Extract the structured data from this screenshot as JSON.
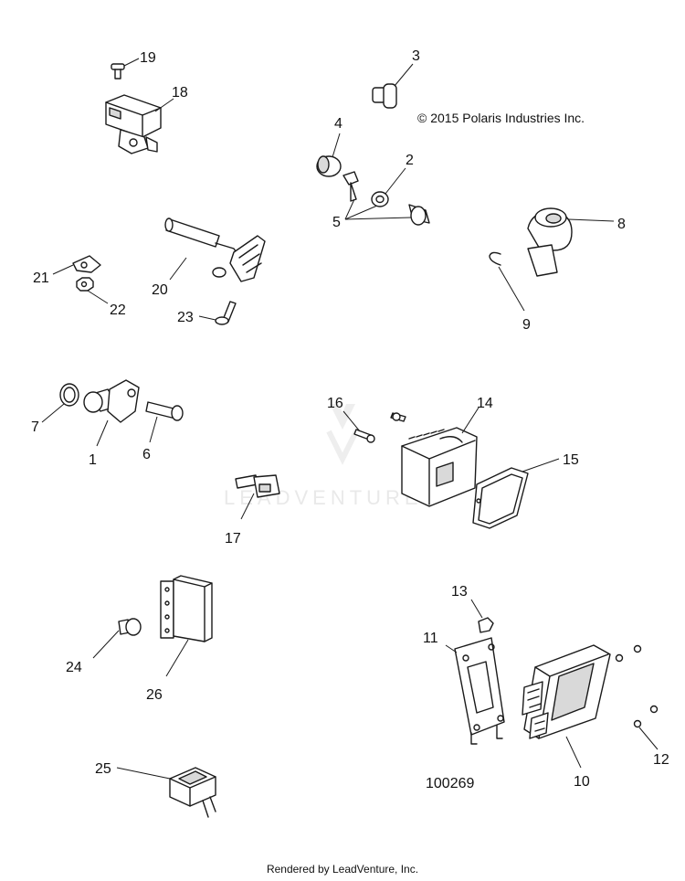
{
  "copyright": "© 2015 Polaris Industries Inc.",
  "diagram_id": "100269",
  "footer": "Rendered by LeadVenture, Inc.",
  "watermark": "LEADVENTURE",
  "callouts": {
    "c1": "1",
    "c2": "2",
    "c3": "3",
    "c4": "4",
    "c5": "5",
    "c6": "6",
    "c7": "7",
    "c8": "8",
    "c9": "9",
    "c10": "10",
    "c11": "11",
    "c12": "12",
    "c13": "13",
    "c14": "14",
    "c15": "15",
    "c16": "16",
    "c17": "17",
    "c18": "18",
    "c19": "19",
    "c20": "20",
    "c21": "21",
    "c22": "22",
    "c23": "23",
    "c24": "24",
    "c25": "25",
    "c26": "26"
  },
  "colors": {
    "line": "#1a1a1a",
    "background": "#ffffff",
    "watermark": "#e9e9e9"
  }
}
